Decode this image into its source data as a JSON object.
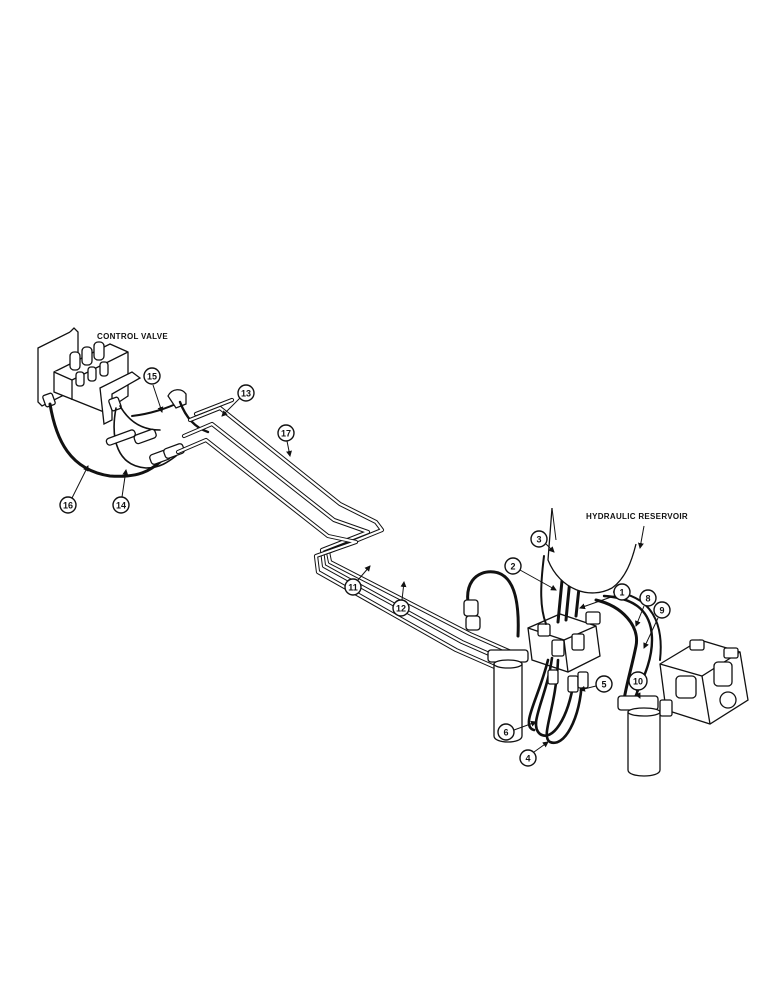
{
  "labels": {
    "control_valve": "CONTROL VALVE",
    "hydraulic_reservoir": "HYDRAULIC RESERVOIR"
  },
  "callouts": [
    "1",
    "2",
    "3",
    "4",
    "5",
    "6",
    "8",
    "9",
    "10",
    "11",
    "12",
    "13",
    "14",
    "15",
    "16",
    "17"
  ],
  "colors": {
    "line": "#111111",
    "background": "#ffffff"
  }
}
